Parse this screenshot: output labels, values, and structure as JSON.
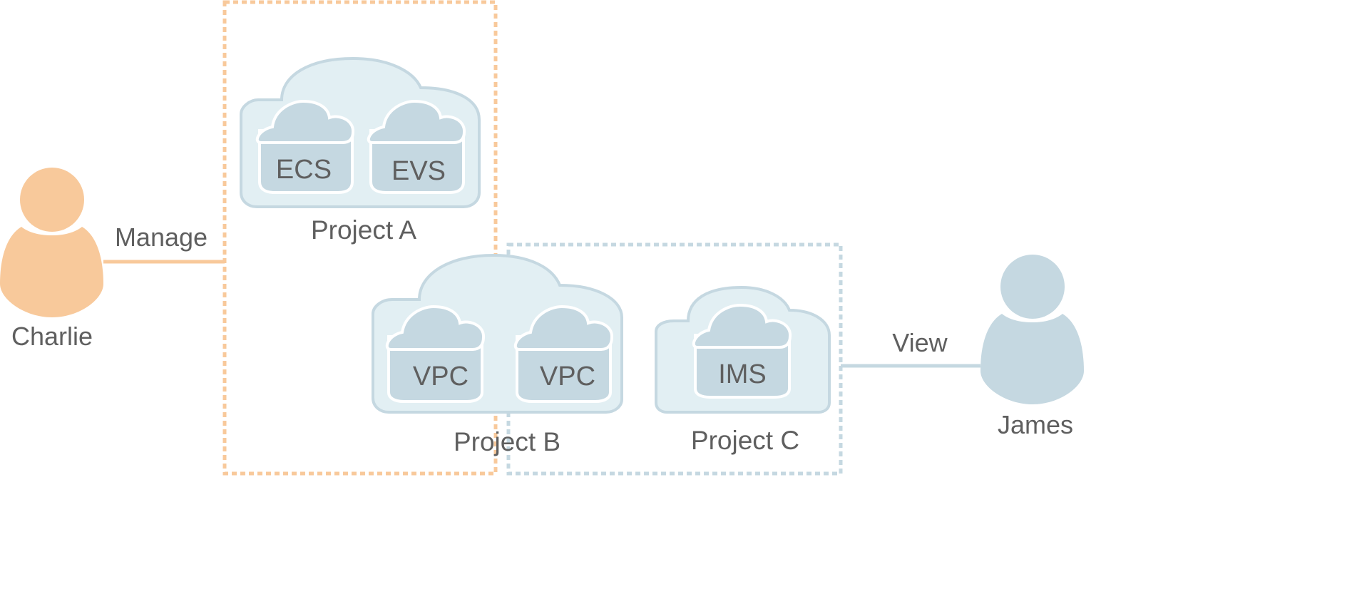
{
  "colors": {
    "manager": "#f8c99b",
    "viewer": "#c5d8e1",
    "cloud_fill": "#e2eff3",
    "cloud_stroke": "#c5d8e1",
    "service_fill": "#c5d8e1",
    "text": "#5f5f5f"
  },
  "users": {
    "charlie": {
      "name": "Charlie",
      "relation": "Manage"
    },
    "james": {
      "name": "James",
      "relation": "View"
    }
  },
  "projects": {
    "a": {
      "name": "Project A",
      "services": [
        "ECS",
        "EVS"
      ]
    },
    "b": {
      "name": "Project B",
      "services": [
        "VPC",
        "VPC"
      ]
    },
    "c": {
      "name": "Project C",
      "services": [
        "IMS"
      ]
    }
  }
}
